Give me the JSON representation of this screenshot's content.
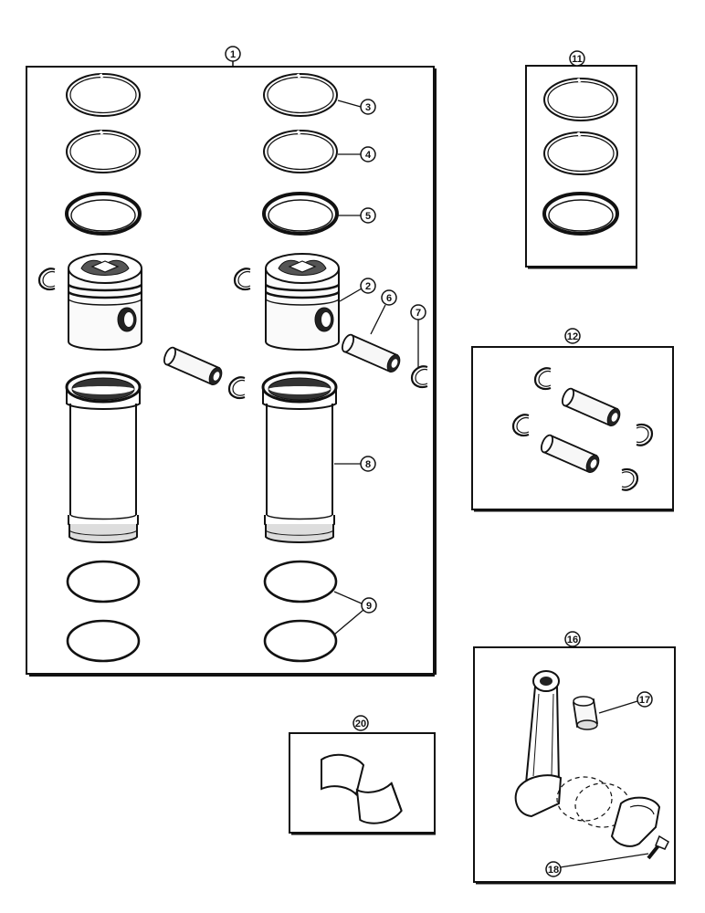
{
  "diagram": {
    "groups": [
      {
        "id": "group-1",
        "label": "1"
      },
      {
        "id": "group-11",
        "label": "11"
      },
      {
        "id": "group-12",
        "label": "12"
      },
      {
        "id": "group-16",
        "label": "16"
      },
      {
        "id": "group-20",
        "label": "20"
      }
    ],
    "callouts": [
      {
        "id": "c2",
        "label": "2"
      },
      {
        "id": "c3",
        "label": "3"
      },
      {
        "id": "c4",
        "label": "4"
      },
      {
        "id": "c5",
        "label": "5"
      },
      {
        "id": "c6",
        "label": "6"
      },
      {
        "id": "c7",
        "label": "7"
      },
      {
        "id": "c8",
        "label": "8"
      },
      {
        "id": "c9",
        "label": "9"
      },
      {
        "id": "c17",
        "label": "17"
      },
      {
        "id": "c18",
        "label": "18"
      }
    ],
    "colors": {
      "ink": "#111111",
      "paper": "#ffffff"
    }
  }
}
